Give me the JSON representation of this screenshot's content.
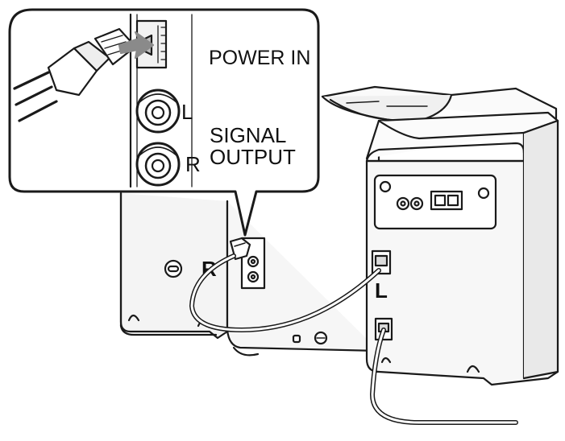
{
  "callout": {
    "power_in": "POWER IN",
    "signal_output_line1": "SIGNAL",
    "signal_output_line2": "OUTPUT",
    "jack_left": "L",
    "jack_right": "R"
  },
  "speakers": {
    "left_mark": "L",
    "right_mark": "R"
  },
  "colors": {
    "line": "#1a1a1a",
    "panel": "#f2f2f2",
    "cabinet_side": "#e8e8e8",
    "callout_fill": "#ffffff",
    "shade": "#cfcfcf"
  }
}
